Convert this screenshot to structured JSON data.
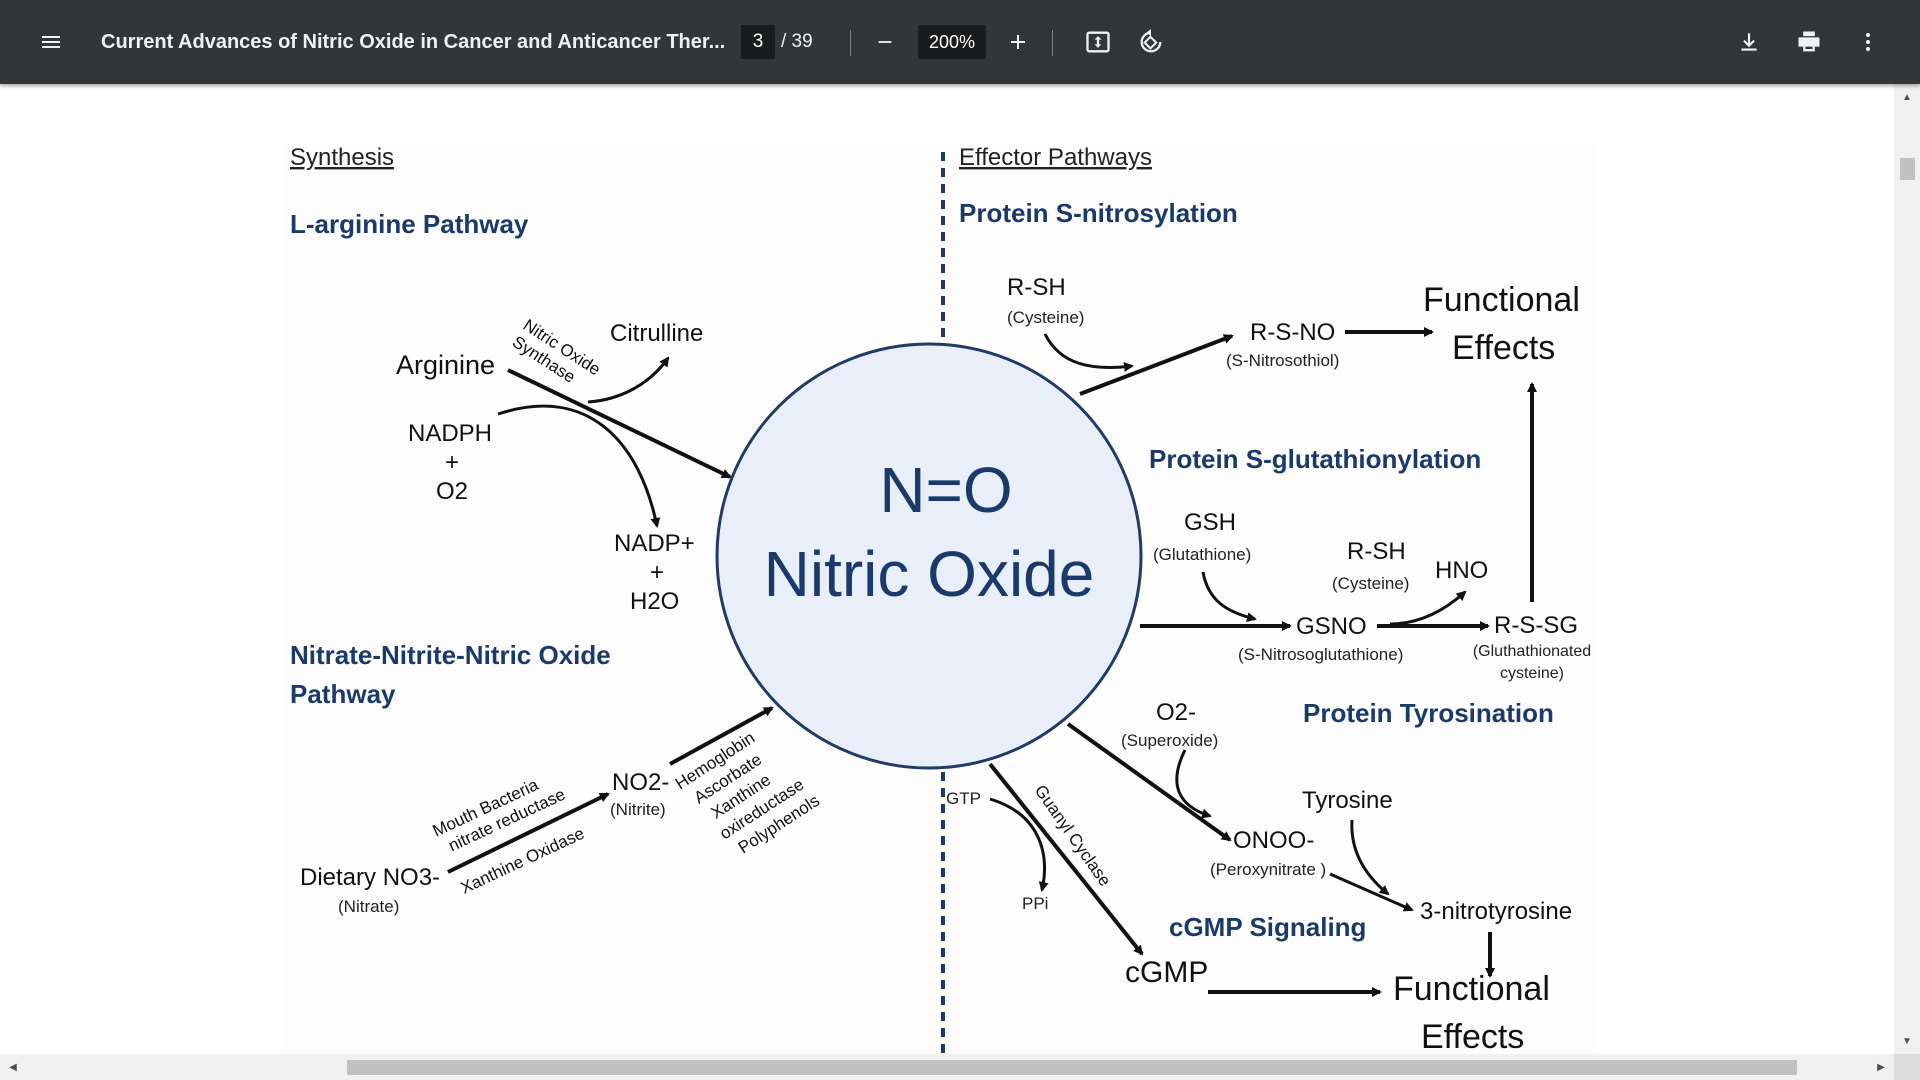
{
  "toolbar": {
    "title": "Current Advances of Nitric Oxide in Cancer and Anticancer Ther...",
    "page_current": "3",
    "page_total": "/ 39",
    "zoom": "200%",
    "icons": {
      "menu": "menu-icon",
      "zoom_out": "minus-icon",
      "zoom_in": "plus-icon",
      "fit": "fit-to-page-icon",
      "rotate": "rotate-icon",
      "download": "download-icon",
      "print": "print-icon",
      "more": "more-vert-icon"
    }
  },
  "figure": {
    "synthesis_heading": "Synthesis",
    "effector_heading": "Effector Pathways",
    "larginine_title": "L-arginine Pathway",
    "arginine": "Arginine",
    "citrulline": "Citrulline",
    "nos_line1": "Nitric Oxide",
    "nos_line2": "Synthase",
    "nadph": "NADPH",
    "plus": "+",
    "o2": "O2",
    "nadp": "NADP+",
    "h2o": "H2O",
    "nnno_line1": "Nitrate-Nitrite-Nitric Oxide",
    "nnno_line2": "Pathway",
    "dietary": "Dietary NO3-",
    "nitrate": "(Nitrate)",
    "mouth1": "Mouth Bacteria",
    "mouth2": "nitrate reductase",
    "xanthine_oxidase": "Xanthine Oxidase",
    "no2": "NO2-",
    "nitrite": "(Nitrite)",
    "reducers": [
      "Hemoglobin",
      "Ascorbate",
      "Xanthine",
      "oxireductase",
      "Polyphenols"
    ],
    "center_formula": "N=O",
    "center_name": "Nitric Oxide",
    "s_nitrosylation": "Protein S-nitrosylation",
    "rsh": "R-SH",
    "cysteine": "(Cysteine)",
    "rsno": "R-S-NO",
    "snitrosothiol": "(S-Nitrosothiol)",
    "functional": "Functional",
    "effects": "Effects",
    "s_glutathionylation": "Protein S-glutathionylation",
    "gsh": "GSH",
    "glutathione": "(Glutathione)",
    "rsh2": "R-SH",
    "cysteine2": "(Cysteine)",
    "hno": "HNO",
    "gsno": "GSNO",
    "snitrosoglutathione": "(S-Nitrosoglutathione)",
    "rssg": "R-S-SG",
    "glutathionated1": "(Gluthathionated",
    "glutathionated2": "cysteine)",
    "o2minus": "O2-",
    "superoxide": "(Superoxide)",
    "tyrosination": "Protein Tyrosination",
    "tyrosine": "Tyrosine",
    "onoo": "ONOO-",
    "peroxynitrate": "(Peroxynitrate )",
    "nitrotyrosine": "3-nitrotyrosine",
    "gtp": "GTP",
    "ppi": "PPi",
    "guanyl_cyclase": "Guanyl Cyclase",
    "cgmp_signaling": "cGMP Signaling",
    "cgmp": "cGMP",
    "functional2": "Functional",
    "effects2": "Effects"
  }
}
